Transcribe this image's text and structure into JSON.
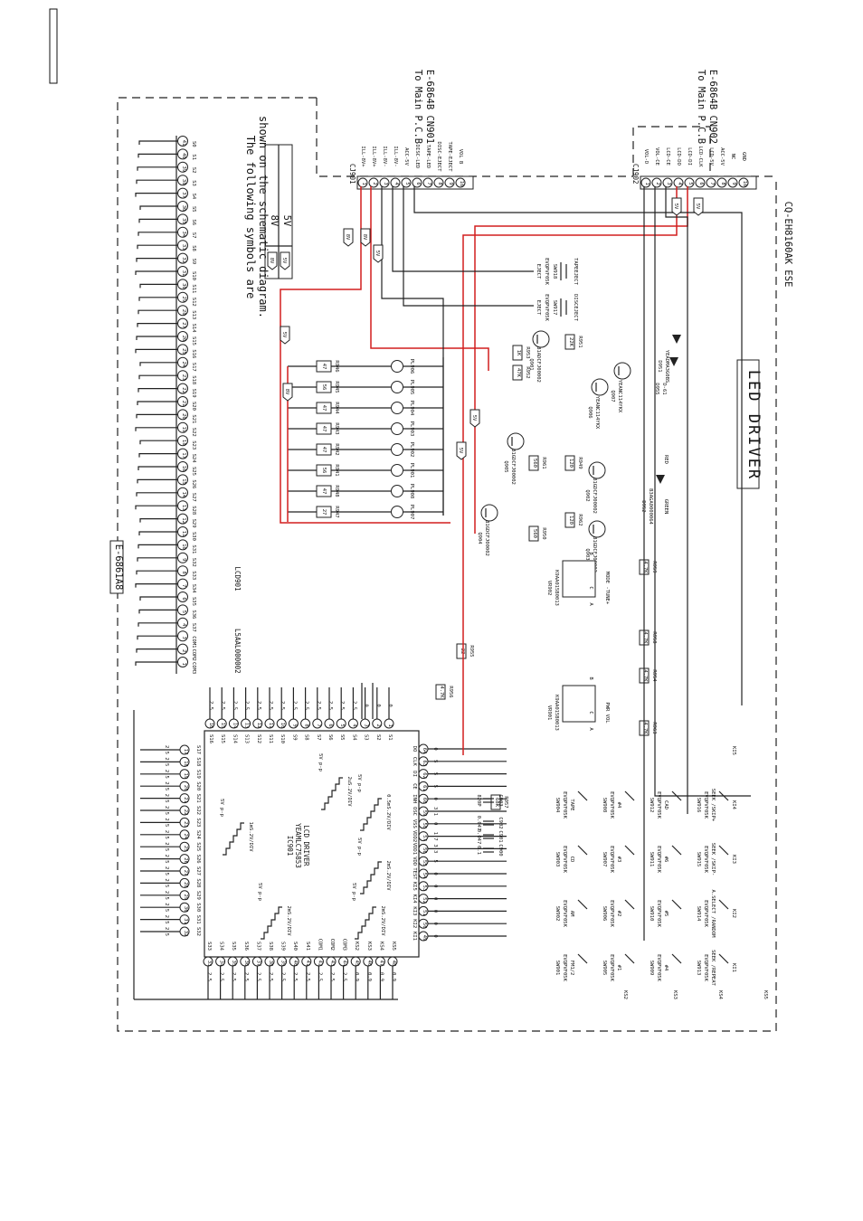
{
  "board": {
    "title": "LED DRIVER",
    "model": "CQ-EH8160AK ESE",
    "pcb_code": "E-6861A8"
  },
  "legend": {
    "heading_line1": "The following symbols are",
    "heading_line2": "shown on the schematic diagram.",
    "row1_symbol": "8V",
    "row1_text": "8V",
    "row2_symbol": "5V",
    "row2_text": "5V"
  },
  "connectors": {
    "cj901": {
      "name": "CJ901",
      "destination_line1": "To Main P.C.B",
      "destination_line2": "E-6864B CN901",
      "pins": [
        "1",
        "2",
        "3",
        "4",
        "5",
        "6",
        "7",
        "8",
        "9",
        "10"
      ],
      "signals": [
        "ILL-8V+",
        "ILL-8V+",
        "ILL-8V-",
        "ILL-8V-",
        "ACC-5V",
        "DISC-LED",
        "TAPE-LED",
        "DISC-EJECT",
        "TAPE-EJECT",
        "VOL B"
      ]
    },
    "cj902": {
      "name": "CJ902",
      "destination_line1": "To Main P.C.B",
      "destination_line2": "E-6864B CN902",
      "pins": [
        "1",
        "2",
        "3",
        "4",
        "5",
        "6",
        "7",
        "8",
        "9",
        "10"
      ],
      "signals": [
        "VOL-D",
        "VOL-CE",
        "LCD-CE",
        "LCD-DO",
        "LCD-DI",
        "LCD-CLK",
        "LCD-5V",
        "ACC-5V",
        "NC",
        "GND"
      ]
    }
  },
  "lcd": {
    "name": "LCD901",
    "part": "L5AAL000002",
    "pins": [
      "1",
      "2",
      "3",
      "4",
      "5",
      "6",
      "7",
      "8",
      "9",
      "10",
      "11",
      "12",
      "13",
      "14",
      "15",
      "16",
      "17",
      "18",
      "19",
      "20",
      "21",
      "22",
      "23",
      "24",
      "25",
      "26",
      "27",
      "28",
      "29",
      "30",
      "31",
      "32",
      "33",
      "34",
      "35",
      "36",
      "37",
      "38",
      "39",
      "40",
      "41"
    ],
    "signals": [
      "COM3",
      "COM2",
      "COM1",
      "S37",
      "S36",
      "S35",
      "S34",
      "S33",
      "S32",
      "S31",
      "S30",
      "S29",
      "S28",
      "S27",
      "S26",
      "S25",
      "S24",
      "S23",
      "S22",
      "S21",
      "S20",
      "S19",
      "S18",
      "S17",
      "S16",
      "S15",
      "S14",
      "S13",
      "S12",
      "S11",
      "S10",
      "S9",
      "S8",
      "S7",
      "S6",
      "S5",
      "S4",
      "S3",
      "S2",
      "S1",
      "S0"
    ]
  },
  "ic": {
    "name": "IC901",
    "part": "YEAMLC75853",
    "function": "LCD DRIVER",
    "top_pins": [
      "16",
      "15",
      "14",
      "13",
      "12",
      "11",
      "10",
      "9",
      "8",
      "7",
      "6",
      "5",
      "4",
      "3",
      "2",
      "1"
    ],
    "top_signals": [
      "S16",
      "S15",
      "S14",
      "S13",
      "S12",
      "S11",
      "S10",
      "S9",
      "S8",
      "S7",
      "S6",
      "S5",
      "S4",
      "S3",
      "S2",
      "S1"
    ],
    "top_voltages": [
      "2.5",
      "2.5",
      "2.5",
      "2.5",
      "2.5",
      "2.5",
      "2.5",
      "2.5",
      "2.5",
      "2.5",
      "2.5",
      "2.5",
      "2.5",
      "0",
      "0",
      "0"
    ],
    "left_pins": [
      "17",
      "18",
      "19",
      "20",
      "21",
      "22",
      "23",
      "24",
      "25",
      "26",
      "27",
      "28",
      "29",
      "30",
      "31",
      "32"
    ],
    "left_signals": [
      "S17",
      "S18",
      "S19",
      "S20",
      "S21",
      "S22",
      "S23",
      "S24",
      "S25",
      "S26",
      "S27",
      "S28",
      "S29",
      "S30",
      "S31",
      "S32"
    ],
    "left_voltages": [
      "2.5",
      "2.5",
      "2.5",
      "2.5",
      "2.5",
      "2.5",
      "2.5",
      "2.5",
      "2.5",
      "2.5",
      "2.5",
      "2.5",
      "2.5",
      "2.5",
      "2.5",
      "2.5"
    ],
    "bottom_pins": [
      "33",
      "34",
      "35",
      "36",
      "37",
      "38",
      "39",
      "40",
      "41",
      "42",
      "43",
      "44",
      "45",
      "46",
      "47",
      "48"
    ],
    "bottom_signals": [
      "S33",
      "S34",
      "S35",
      "S36",
      "S37",
      "S38",
      "S39",
      "S40",
      "S41",
      "COM1",
      "COM2",
      "COM3",
      "KS2",
      "KS3",
      "KS4",
      "KS5"
    ],
    "bottom_voltages": [
      "2.5",
      "2.5",
      "2.5",
      "2.5",
      "2.5",
      "2.5",
      "2.5",
      "2.5",
      "2.5",
      "2.5",
      "2.5",
      "2.5",
      "0.9",
      "0.9",
      "0.9",
      "0.9"
    ],
    "right_pins": [
      "64",
      "63",
      "62",
      "61",
      "60",
      "59",
      "58",
      "57",
      "56",
      "55",
      "54",
      "53",
      "52",
      "51",
      "50",
      "49"
    ],
    "right_signals": [
      "DO",
      "CLK",
      "DI",
      "CE",
      "INH",
      "OSC",
      "VSS",
      "VDD2",
      "VDD1",
      "VDD",
      "TEST",
      "KI5",
      "KI4",
      "KI3",
      "KI2",
      "KI1"
    ],
    "right_voltages": [
      "0",
      "5",
      "5",
      "5",
      "0",
      "3.1",
      "0",
      "1.7",
      "3.3",
      "5",
      "0",
      "0",
      "0",
      "0",
      "0",
      "0"
    ]
  },
  "waveforms": [
    {
      "label": "1mS.2V/DIV",
      "amplitude": "5V p-p"
    },
    {
      "label": "2mS.2V/DIV",
      "amplitude": "5V p-p"
    },
    {
      "label": "2mS.2V/DIV",
      "amplitude": "5V p-p"
    },
    {
      "label": "2uS.2V/DIV",
      "amplitude": "5V p-p"
    },
    {
      "label": "0.5mS.2V/DIV",
      "amplitude": "5V p-p"
    },
    {
      "label": "2mS.2V/DIV",
      "amplitude": "5V p-p"
    }
  ],
  "lamps": [
    {
      "name": "PL906",
      "resistor": "R946",
      "value": "47"
    },
    {
      "name": "PL905",
      "resistor": "R945",
      "value": "56"
    },
    {
      "name": "PL904",
      "resistor": "R944",
      "value": "47"
    },
    {
      "name": "PL903",
      "resistor": "R943",
      "value": "47"
    },
    {
      "name": "PL902",
      "resistor": "R942",
      "value": "47"
    },
    {
      "name": "PL901",
      "resistor": "R941",
      "value": "56"
    },
    {
      "name": "PL908",
      "resistor": "R948",
      "value": "47"
    },
    {
      "name": "PL907",
      "resistor": "R947",
      "value": "27"
    }
  ],
  "eject_switches": [
    {
      "name": "SW918",
      "part": "EVQPVF05K",
      "function": "EJECT",
      "line": "TAPEEJECT"
    },
    {
      "name": "SW917",
      "part": "EVQPVF05K",
      "function": "EJECT",
      "line": "DISCEJECT"
    }
  ],
  "transistors": [
    {
      "name": "Q901",
      "part": "B1ADCFJ00002"
    },
    {
      "name": "Q907",
      "part": "YEANC114YKX"
    },
    {
      "name": "Q906",
      "part": "YEANC114YKX"
    },
    {
      "name": "Q905",
      "part": "B1GDCFJ00002"
    },
    {
      "name": "Q904",
      "part": "B1GDCFJ00002"
    },
    {
      "name": "Q902",
      "part": "B1GDCFJ00002"
    },
    {
      "name": "Q903",
      "part": "B1GDCFJ00002"
    }
  ],
  "diodes": [
    {
      "name": "D951",
      "part": "YEADMA3G0BS"
    },
    {
      "name": "D955",
      "part": "D-61"
    },
    {
      "name": "D952",
      "part": "B3AGA0000064",
      "led_red": "RED",
      "led_green": "GREEN"
    }
  ],
  "resistors": [
    {
      "name": "R951",
      "value": "22K"
    },
    {
      "name": "R953",
      "value": "1K"
    },
    {
      "name": "R952",
      "value": "47K"
    },
    {
      "name": "R961",
      "value": "560"
    },
    {
      "name": "R949",
      "value": "120"
    },
    {
      "name": "R950",
      "value": "560"
    },
    {
      "name": "R962",
      "value": "120"
    },
    {
      "name": "R955",
      "value": "22"
    },
    {
      "name": "R956",
      "value": "4.7K"
    },
    {
      "name": "R957",
      "value": "68K"
    },
    {
      "name": "R959",
      "value": "4.7K"
    },
    {
      "name": "R958",
      "value": "4.7K"
    },
    {
      "name": "R954",
      "value": "4.7K"
    },
    {
      "name": "R963",
      "value": "4.7K"
    }
  ],
  "capacitors": [
    {
      "name": "C903",
      "value": "820P"
    },
    {
      "name": "C902",
      "value": "0.047"
    },
    {
      "name": "C901",
      "value": "0.047"
    },
    {
      "name": "C900",
      "value": "0.1"
    }
  ],
  "encoders": [
    {
      "name": "VR902",
      "part": "K9AA015B0013",
      "function": "MODE -TUNE+",
      "pin_a": "A",
      "pin_b": "B",
      "pin_c": "C"
    },
    {
      "name": "VR901",
      "part": "K9AA015B0013",
      "function": "PWR VOL",
      "pin_a": "A",
      "pin_b": "B",
      "pin_c": "C"
    }
  ],
  "key_matrix": {
    "ks_rows": [
      "KS2",
      "KS3",
      "KS4",
      "KS5"
    ],
    "ki_cols": [
      "KI1",
      "KI2",
      "KI3",
      "KI4",
      "KI5"
    ],
    "switches": [
      {
        "name": "SW901",
        "part": "EVQPVF05K",
        "label": "FM1/2"
      },
      {
        "name": "SW902",
        "part": "EVQPVF05K",
        "label": "AM"
      },
      {
        "name": "SW903",
        "part": "EVQPVF05K",
        "label": "CD"
      },
      {
        "name": "SW904",
        "part": "EVQPVF05K",
        "label": "TAPE"
      },
      {
        "name": "SW905",
        "part": "EVQPVF05K",
        "label": "#1"
      },
      {
        "name": "SW906",
        "part": "EVQPVF05K",
        "label": "#2"
      },
      {
        "name": "SW907",
        "part": "EVQPVF05K",
        "label": "#3"
      },
      {
        "name": "SW908",
        "part": "EVQPVF05K",
        "label": "#4"
      },
      {
        "name": "SW909",
        "part": "EVQPVF05K",
        "label": "#4"
      },
      {
        "name": "SW910",
        "part": "EVQPVF05K",
        "label": "#5"
      },
      {
        "name": "SW911",
        "part": "EVQPVF05K",
        "label": "#6"
      },
      {
        "name": "SW912",
        "part": "EVQPVF05K",
        "label": "CAD"
      },
      {
        "name": "SW913",
        "part": "EVQPVF05K",
        "label": "SEEK /REPEAT"
      },
      {
        "name": "SW914",
        "part": "EVQPVF05K",
        "label": "A.SELECT /RANDOM"
      },
      {
        "name": "SW915",
        "part": "EVQPVF05K",
        "label": "SEEK /SKIP-"
      },
      {
        "name": "SW916",
        "part": "EVQPVF05K",
        "label": "SEEK /SKIP+"
      }
    ]
  },
  "voltage_tags": {
    "v5": "5V",
    "v8": "8V"
  }
}
